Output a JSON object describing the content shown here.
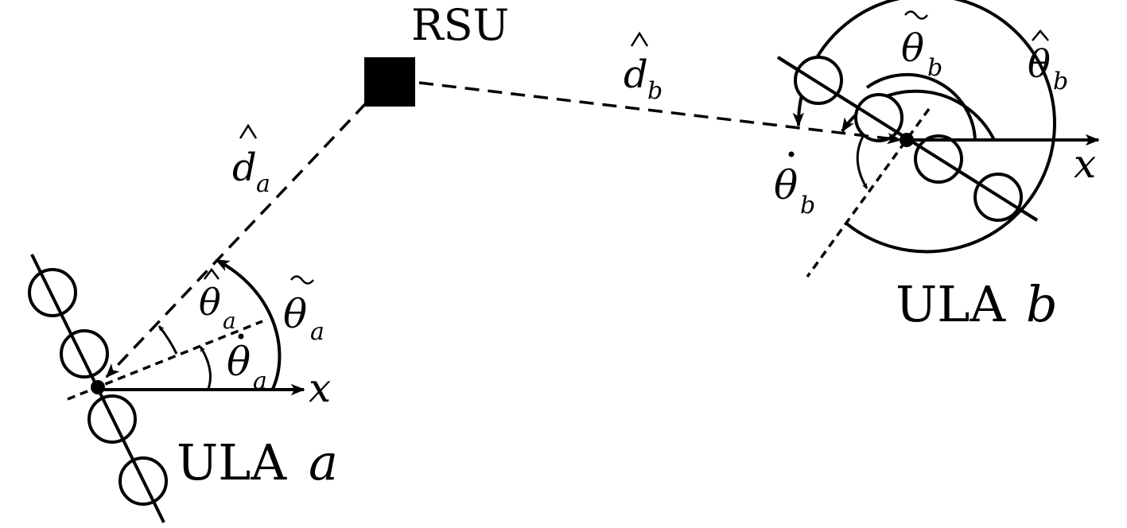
{
  "rsu": {
    "label": "RSU"
  },
  "ula_a": {
    "label": "ULA",
    "var": "a",
    "axis_label": "x",
    "distance": {
      "sym": "d",
      "sub": "a"
    },
    "angle_hat": {
      "sym": "θ",
      "sub": "a"
    },
    "angle_tilde": {
      "sym": "θ",
      "sub": "a"
    },
    "angle_dot": {
      "sym": "θ",
      "sub": "a"
    }
  },
  "ula_b": {
    "label": "ULA",
    "var": "b",
    "axis_label": "x",
    "distance": {
      "sym": "d",
      "sub": "b"
    },
    "angle_hat": {
      "sym": "θ",
      "sub": "b"
    },
    "angle_tilde": {
      "sym": "θ",
      "sub": "b"
    },
    "angle_dot": {
      "sym": "θ",
      "sub": "b"
    }
  },
  "colors": {
    "stroke": "#000000",
    "background": "#ffffff"
  }
}
